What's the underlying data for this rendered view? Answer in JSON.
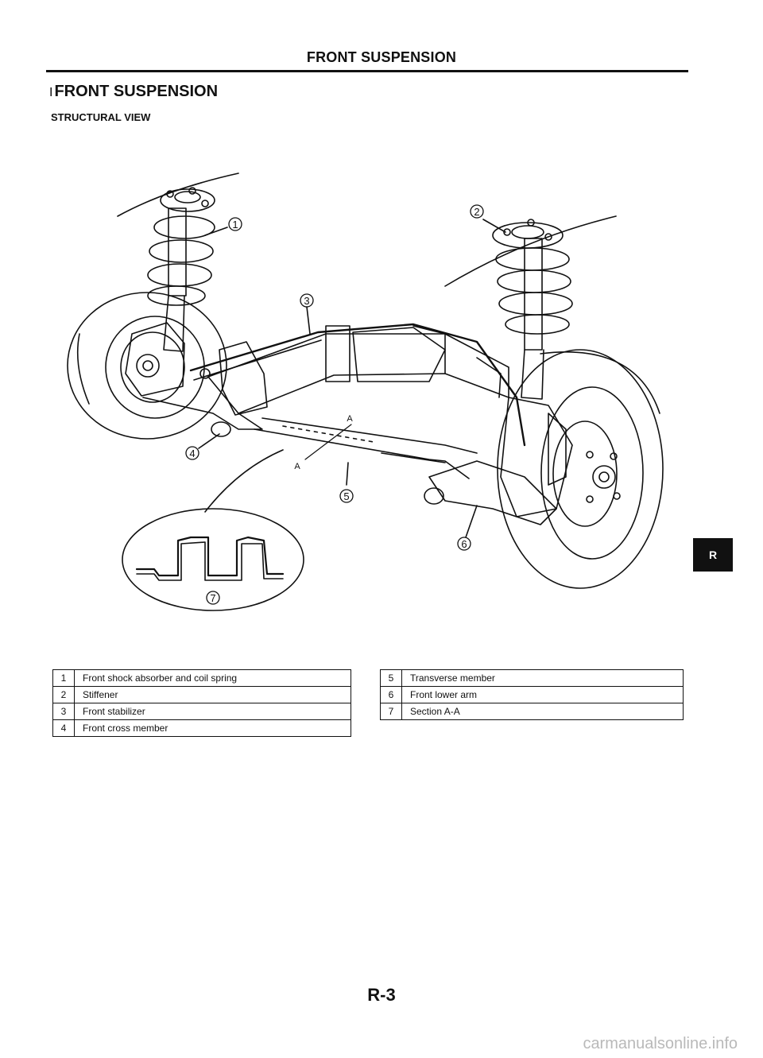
{
  "header": {
    "title": "FRONT SUSPENSION"
  },
  "section": {
    "mark": "I",
    "title": "FRONT SUSPENSION",
    "subtitle": "STRUCTURAL VIEW"
  },
  "diagram": {
    "callouts": [
      "1",
      "2",
      "3",
      "4",
      "5",
      "6",
      "7"
    ],
    "section_label_a": "A"
  },
  "parts_left": [
    {
      "no": "1",
      "name": "Front shock absorber and coil spring"
    },
    {
      "no": "2",
      "name": "Stiffener"
    },
    {
      "no": "3",
      "name": "Front stabilizer"
    },
    {
      "no": "4",
      "name": "Front cross member"
    }
  ],
  "parts_right": [
    {
      "no": "5",
      "name": "Transverse member"
    },
    {
      "no": "6",
      "name": "Front lower arm"
    },
    {
      "no": "7",
      "name": "Section A-A"
    }
  ],
  "side_tab": "R",
  "footer": {
    "page": "R-3",
    "watermark": "carmanualsonline.info"
  }
}
